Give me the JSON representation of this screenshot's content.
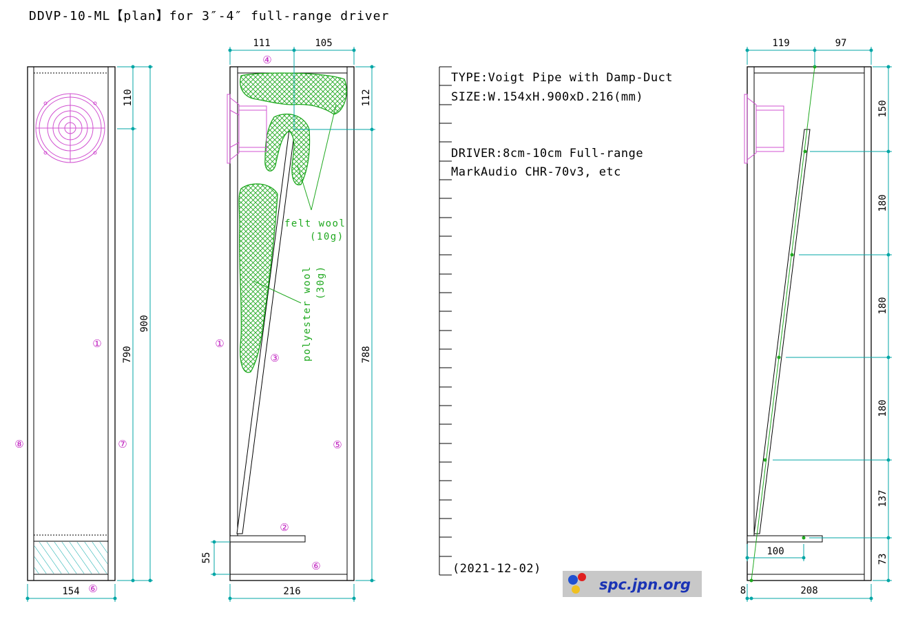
{
  "title": "DDVP-10-ML【plan】for 3″-4″ full-range driver",
  "spec_lines": [
    "TYPE:Voigt Pipe with Damp-Duct",
    "SIZE:W.154xH.900xD.216(mm)",
    "DRIVER:8cm-10cm Full-range",
    "MarkAudio CHR-70v3, etc"
  ],
  "date": "(2021-12-02)",
  "logo_text": "spc.jpn.org",
  "front_view": {
    "dims": {
      "top_gap": "110",
      "lower": "790",
      "height": "900",
      "width": "154"
    },
    "part_labels": {
      "p1": "①",
      "p6": "⑥",
      "p7": "⑦",
      "p8": "⑧"
    }
  },
  "side_view": {
    "dims": {
      "top_left": "111",
      "top_right": "105",
      "right_top": "112",
      "right_lower": "788",
      "bottom_gap": "55",
      "width": "216"
    },
    "part_labels": {
      "p1": "①",
      "p2": "②",
      "p3": "③",
      "p4": "④",
      "p5": "⑤",
      "p6": "⑥"
    },
    "felt_label_1": "felt wool",
    "felt_label_2": "(10g)",
    "poly_label_1": "polyester wool",
    "poly_label_2": "(30g)"
  },
  "duct_view": {
    "dims": {
      "top_left": "119",
      "top_right": "97",
      "seg1": "150",
      "seg2": "180",
      "seg3": "180",
      "seg4": "180",
      "seg5": "137",
      "seg6": "73",
      "duct_len": "100",
      "board": "8",
      "width": "208"
    }
  },
  "colors": {
    "panel": "#000000",
    "dimension": "#00a6a6",
    "annotation": "#1fa81f",
    "driver": "#d050d0",
    "logo": "#1a33b5"
  }
}
